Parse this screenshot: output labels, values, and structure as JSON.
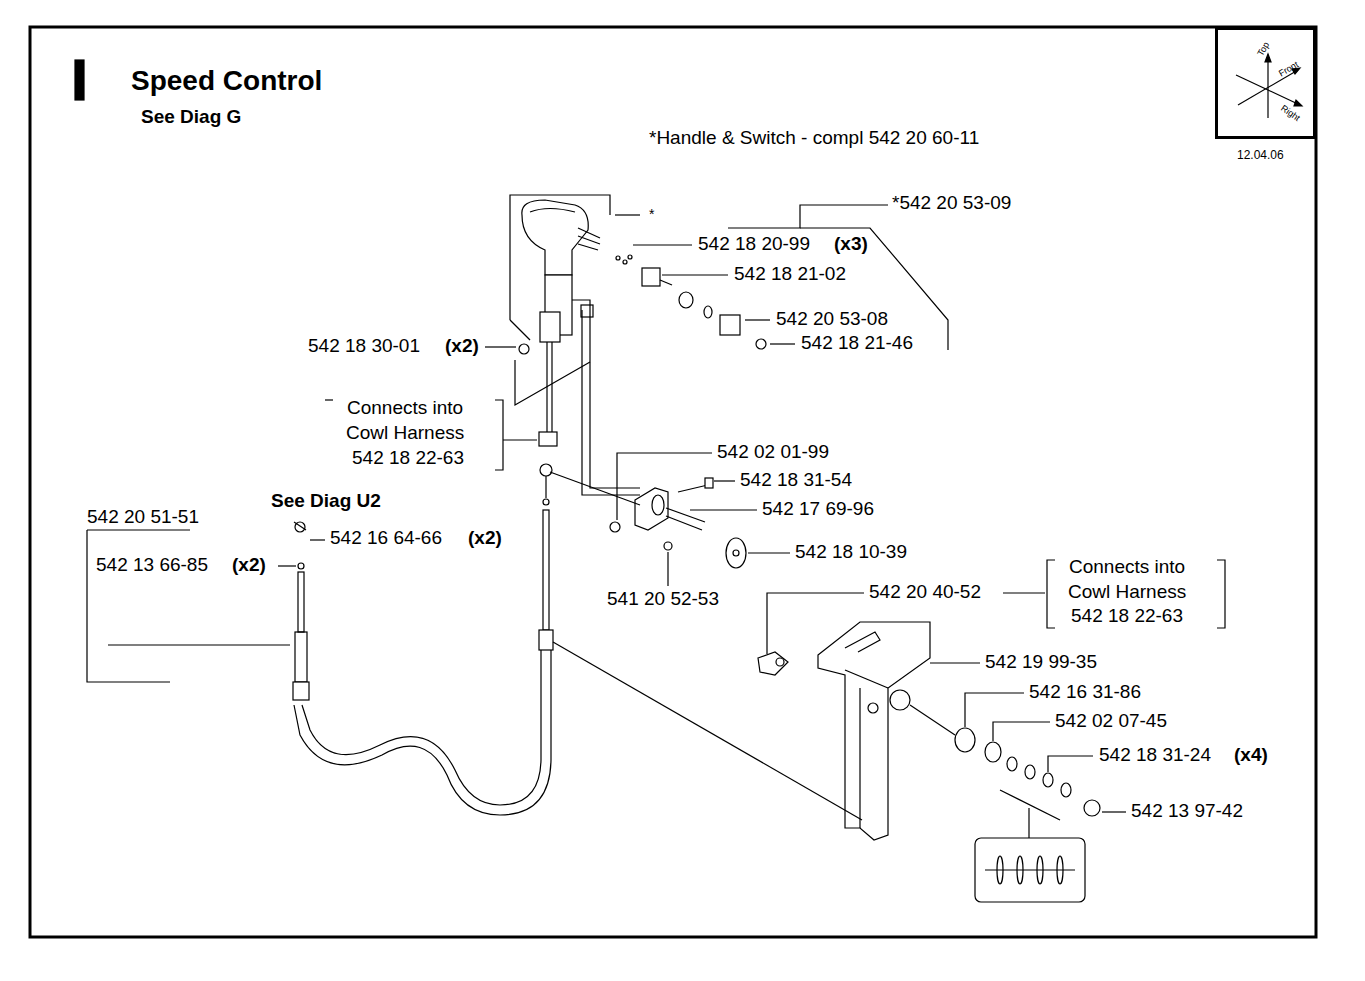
{
  "diagram": {
    "title": "Speed Control",
    "nodes": [
      {
        "text": [
          "Top",
          "Front",
          "Right"
        ]
      }
    ],
    "labels": [
      "See Diag G",
      "*Handle & Switch - compl 542 20 60-11",
      "12.04.06",
      "*",
      "*542 20 53-09",
      "542 18 20-99",
      "(x3)",
      "542 18 21-02",
      "542 20 53-08",
      "542 18 21-46",
      "542 18 30-01",
      "(x2)",
      "Connects into",
      "Cowl Harness",
      "542 18 22-63",
      "542 02 01-99",
      "542 18 31-54",
      "542 17 69-96",
      "See Diag U2",
      "542 20 51-51",
      "542 16 64-66",
      "(x2)",
      "542 13 66-85",
      "(x2)",
      "542 18 10-39",
      "541 20 52-53",
      "542 20 40-52",
      "Connects into",
      "Cowl Harness",
      "542 18 22-63",
      "542 19 99-35",
      "542 16 31-86",
      "542 02 07-45",
      "542 18 31-24",
      "(x4)",
      "542 13 97-42"
    ]
  }
}
